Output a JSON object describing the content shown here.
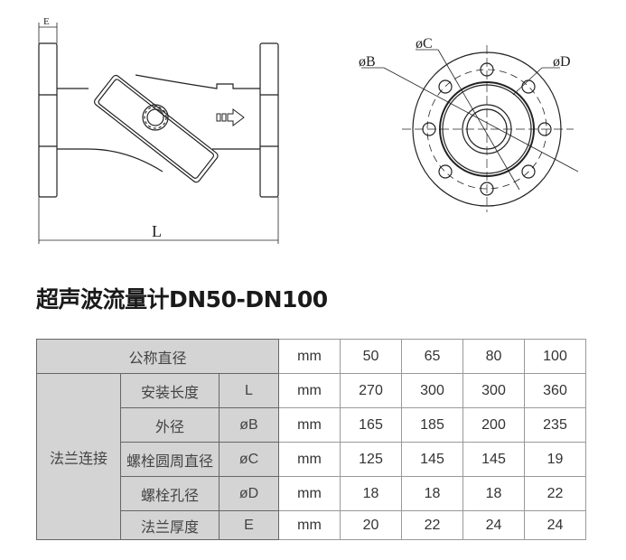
{
  "drawing": {
    "label_e": "E",
    "label_l": "L",
    "label_b": "øB",
    "label_c": "øC",
    "label_d": "øD"
  },
  "title": "超声波流量计DN50-DN100",
  "table": {
    "nominal_label": "公称直径",
    "group_label": "法兰连接",
    "unit": "mm",
    "sizes": [
      "50",
      "65",
      "80",
      "100"
    ],
    "rows": [
      {
        "name": "安装长度",
        "symbol": "L",
        "unit": "mm",
        "values": [
          "270",
          "300",
          "300",
          "360"
        ]
      },
      {
        "name": "外径",
        "symbol": "øB",
        "unit": "mm",
        "values": [
          "165",
          "185",
          "200",
          "235"
        ]
      },
      {
        "name": "螺栓圆周直径",
        "symbol": "øC",
        "unit": "mm",
        "values": [
          "125",
          "145",
          "145",
          "19"
        ]
      },
      {
        "name": "螺栓孔径",
        "symbol": "øD",
        "unit": "mm",
        "values": [
          "18",
          "18",
          "18",
          "22"
        ]
      },
      {
        "name": "法兰厚度",
        "symbol": "E",
        "unit": "mm",
        "values": [
          "20",
          "22",
          "24",
          "24"
        ]
      }
    ]
  }
}
